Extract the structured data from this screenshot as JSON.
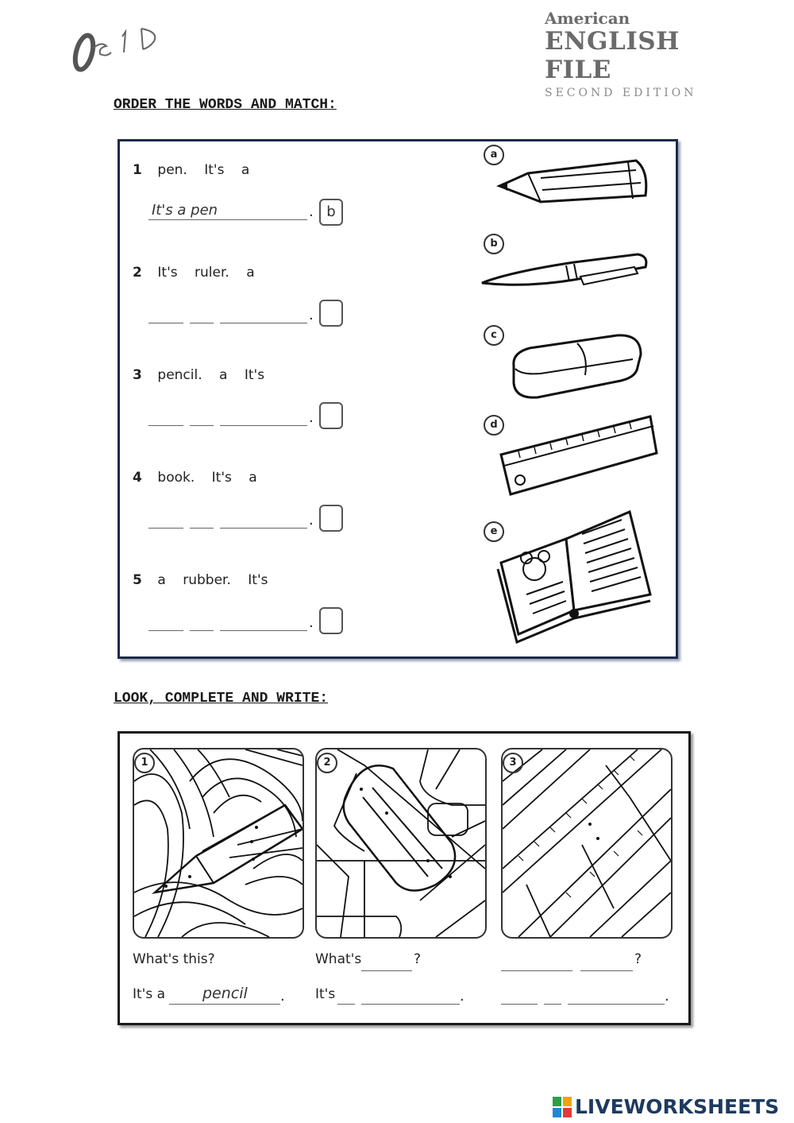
{
  "header": {
    "handwritten_logo": "0ε1D",
    "brand_top": "American",
    "brand_main": "ENGLISH FILE",
    "brand_sub": "SECOND EDITION"
  },
  "section1": {
    "title": "ORDER THE WORDS AND MATCH:",
    "items": [
      {
        "num": "1",
        "words": [
          "pen.",
          "It's",
          "a"
        ],
        "answer": "It's a pen",
        "match": "b"
      },
      {
        "num": "2",
        "words": [
          "It's",
          "ruler.",
          "a"
        ],
        "answer": "",
        "match": ""
      },
      {
        "num": "3",
        "words": [
          "pencil.",
          "a",
          "It's"
        ],
        "answer": "",
        "match": ""
      },
      {
        "num": "4",
        "words": [
          "book.",
          "It's",
          "a"
        ],
        "answer": "",
        "match": ""
      },
      {
        "num": "5",
        "words": [
          "a",
          "rubber.",
          "It's"
        ],
        "answer": "",
        "match": ""
      }
    ],
    "pictures": [
      {
        "label": "a",
        "icon": "pencil-icon"
      },
      {
        "label": "b",
        "icon": "pen-icon"
      },
      {
        "label": "c",
        "icon": "eraser-icon"
      },
      {
        "label": "d",
        "icon": "ruler-icon"
      },
      {
        "label": "e",
        "icon": "book-icon"
      }
    ]
  },
  "section2": {
    "title": "LOOK, COMPLETE AND WRITE:",
    "puzzles": [
      {
        "num": "1",
        "question": "What's this?",
        "answer_prefix": "It's a",
        "answer": "pencil"
      },
      {
        "num": "2",
        "question_prefix": "What's",
        "question_suffix": "?",
        "answer_prefix": "It's"
      },
      {
        "num": "3",
        "question_suffix": "?"
      }
    ]
  },
  "footer": {
    "brand": "LIVEWORKSHEETS"
  }
}
